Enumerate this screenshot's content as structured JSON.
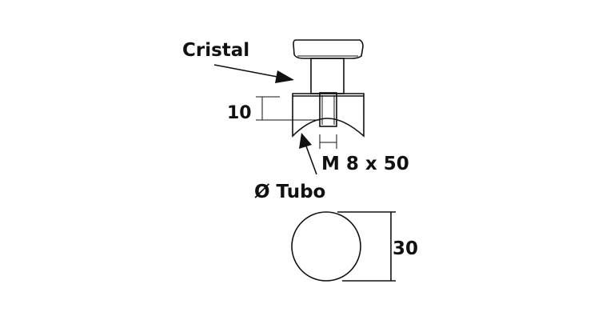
{
  "labels": {
    "material": "Cristal",
    "height_dim": "10",
    "thread": "M 8 x 50",
    "tube": "Ø Tubo",
    "diameter_dim": "30"
  },
  "colors": {
    "ink": "#111111",
    "background": "#ffffff"
  }
}
